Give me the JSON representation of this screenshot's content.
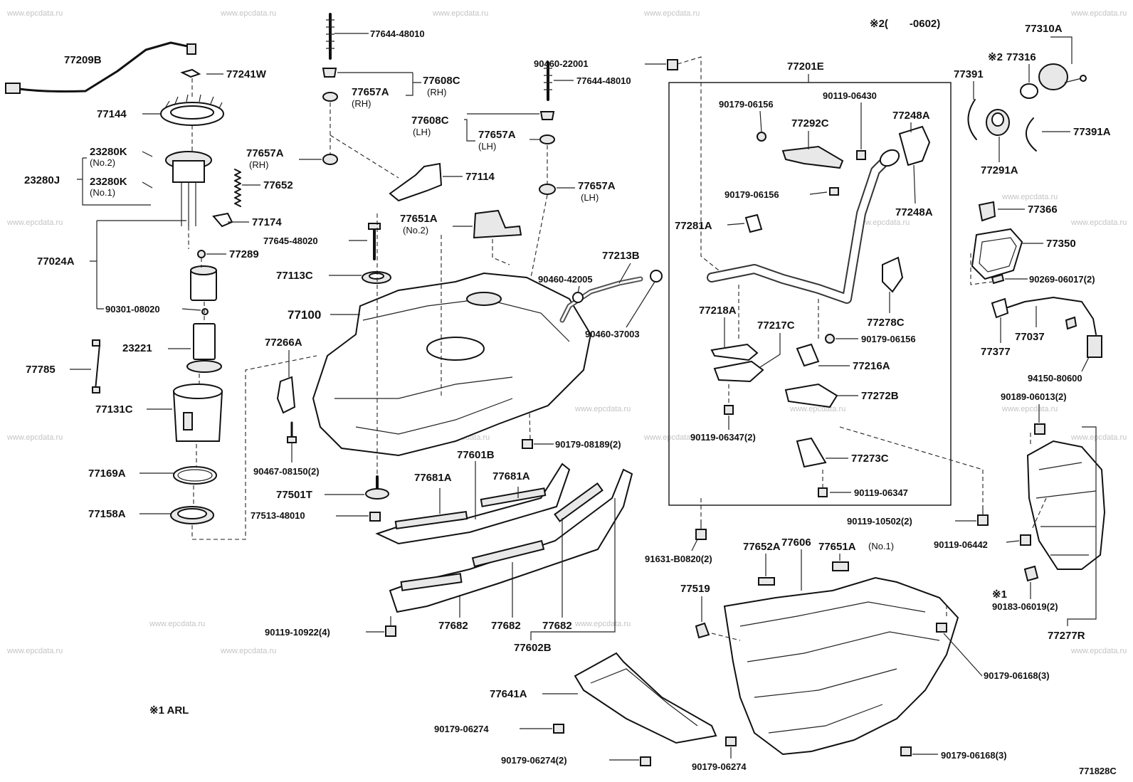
{
  "diagram_code": "771828C",
  "notes": {
    "note2": "※2(　　-0602)",
    "note1": "※1 ARL",
    "note1_mark": "※1",
    "note2_mark": "※2"
  },
  "watermark": "www.epcdata.ru",
  "labels": {
    "p77209B": "77209B",
    "p77241W": "77241W",
    "p77144": "77144",
    "p23280K_1": "23280K",
    "no2_a": "(No.2)",
    "p23280J": "23280J",
    "p23280K_2": "23280K",
    "no1_a": "(No.1)",
    "p77652": "77652",
    "p77174": "77174",
    "p77024A": "77024A",
    "p77289": "77289",
    "p90301": "90301-08020",
    "p23221": "23221",
    "p77785": "77785",
    "p77131C": "77131C",
    "p77169A": "77169A",
    "p77158A": "77158A",
    "p77644_a": "77644-48010",
    "p77608C_rh": "77608C",
    "rh_a": "(RH)",
    "p77657A_rh1": "77657A",
    "rh_b": "(RH)",
    "p77657A_rh2": "77657A",
    "rh_c": "(RH)",
    "p77608C_lh": "77608C",
    "lh_a": "(LH)",
    "p77657A_lh1": "77657A",
    "lh_b": "(LH)",
    "p77114": "77114",
    "p77657A_lh2": "77657A",
    "lh_c": "(LH)",
    "p77651A_no2": "77651A",
    "no2_b": "(No.2)",
    "p77645": "77645-48020",
    "p77113C": "77113C",
    "p77100": "77100",
    "p77266A": "77266A",
    "p90467": "90467-08150(2)",
    "p77501T": "77501T",
    "p77513": "77513-48010",
    "p90460_22001": "90460-22001",
    "p77644_b": "77644-48010",
    "p77213B": "77213B",
    "p90460_42005": "90460-42005",
    "p90460_37003": "90460-37003",
    "p90179_08189": "90179-08189(2)",
    "p77601B": "77601B",
    "p77681A_1": "77681A",
    "p77681A_2": "77681A",
    "p90119_10922": "90119-10922(4)",
    "p77682_1": "77682",
    "p77682_2": "77682",
    "p77682_3": "77682",
    "p77602B": "77602B",
    "p77641A": "77641A",
    "p90179_06274_a": "90179-06274",
    "p90179_06274_b": "90179-06274(2)",
    "p90179_06274_c": "90179-06274",
    "p77201E": "77201E",
    "p90179_06156_a": "90179-06156",
    "p90119_06430": "90119-06430",
    "p77292C": "77292C",
    "p77248A_1": "77248A",
    "p90179_06156_b": "90179-06156",
    "p77248A_2": "77248A",
    "p77281A": "77281A",
    "p77218A": "77218A",
    "p77217C": "77217C",
    "p90179_06156_c": "90179-06156",
    "p77278C": "77278C",
    "p77216A": "77216A",
    "p77272B": "77272B",
    "p90119_06347_2": "90119-06347(2)",
    "p77273C": "77273C",
    "p90119_06347": "90119-06347",
    "p91631": "91631-B0820(2)",
    "p77606": "77606",
    "p77652A": "77652A",
    "p77651A_no1": "77651A",
    "no1_b": "(No.1)",
    "p77519": "77519",
    "p90119_10502": "90119-10502(2)",
    "p90119_06442": "90119-06442",
    "p90179_06168_a": "90179-06168(3)",
    "p90179_06168_b": "90179-06168(3)",
    "p77310A": "77310A",
    "p77316": "77316",
    "p77391": "77391",
    "p77391A": "77391A",
    "p77291A": "77291A",
    "p77366": "77366",
    "p77350": "77350",
    "p90269": "90269-06017(2)",
    "p77377": "77377",
    "p77037": "77037",
    "p94150": "94150-80600",
    "p90189": "90189-06013(2)",
    "p90183": "90183-06019(2)",
    "p77277R": "77277R"
  }
}
